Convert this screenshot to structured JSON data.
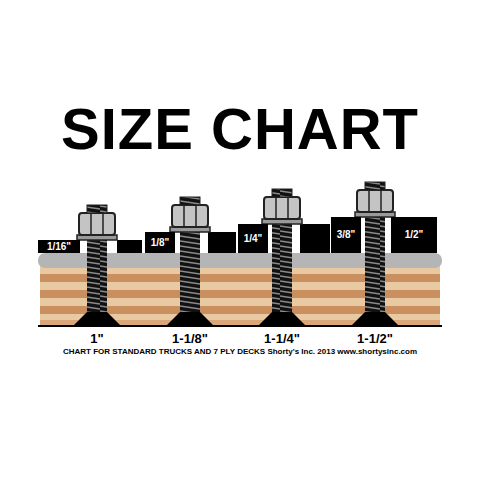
{
  "diagram": {
    "title": "SIZE CHART",
    "caption": "CHART FOR STANDARD TRUCKS AND 7 PLY DECKS Shorty's Inc. 2013 www.shortysinc.com",
    "nodes": [
      {
        "text": [
          "1/16\""
        ]
      },
      {
        "text": [
          "1/8\""
        ]
      },
      {
        "text": [
          "1/4\""
        ]
      },
      {
        "text": [
          "3/8\""
        ]
      },
      {
        "text": [
          "1/2\""
        ]
      }
    ],
    "labels": [
      "1\"",
      "1-1/8\"",
      "1-1/4\"",
      "1-1/2\""
    ]
  }
}
